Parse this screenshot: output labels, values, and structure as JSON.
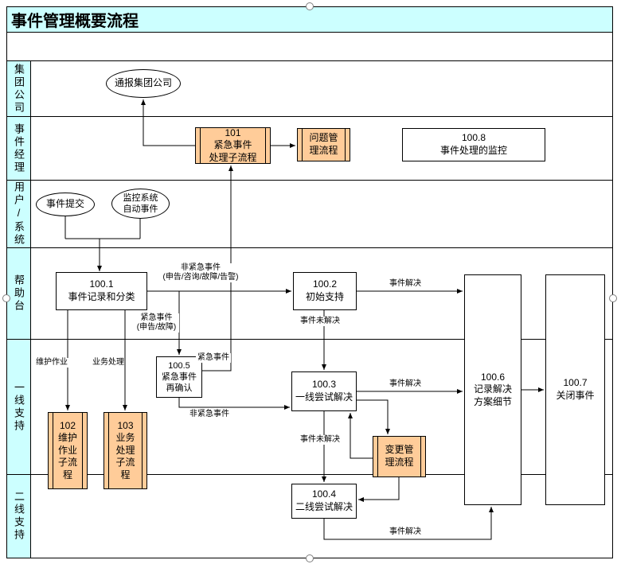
{
  "title": {
    "text": "事件管理概要流程"
  },
  "colors": {
    "lane_bg": "#CCFFFF",
    "subprocess_bg": "#FFCC99",
    "node_bg": "#FFFFFF",
    "line": "#000000"
  },
  "lanes": [
    {
      "label": "集团公司"
    },
    {
      "label": "事件经理"
    },
    {
      "label": "用户/系统"
    },
    {
      "label": "帮助台"
    },
    {
      "label": "一线支持"
    },
    {
      "label": "二线支持"
    }
  ],
  "nodes": {
    "notify_group": "通报集团公司",
    "p101": "101\n紧急事件\n处理子流程",
    "problem_mgmt": "问题管\n理流程",
    "p1008": "100.8\n事件处理的监控",
    "incident_submit": "事件提交",
    "monitor_auto": "监控系统\n自动事件",
    "p1001": "100.1\n事件记录和分类",
    "p1002": "100.2\n初始支持",
    "p1005": "100.5\n紧急事件\n再确认",
    "p1003": "100.3\n一线尝试解决",
    "p102": "102\n维护\n作业\n子流\n程",
    "p103": "103\n业务\n处理\n子流\n程",
    "change_mgmt": "变更管\n理流程",
    "p1004": "100.4\n二线尝试解决",
    "p1006": "100.6\n记录解决\n方案细节",
    "p1007": "100.7\n关闭事件"
  },
  "edge_labels": {
    "non_urgent_detail": "非紧急事件\n(申告/咨询/故障/告警)",
    "urgent_detail": "紧急事件\n(申告/故障)",
    "urgent": "紧急事件",
    "non_urgent": "非紧急事件",
    "maintenance": "维护作业",
    "business": "业务处理",
    "resolved_initial": "事件解决",
    "unresolved_initial": "事件未解决",
    "resolved_l1": "事件解决",
    "unresolved_l1": "事件未解决",
    "resolved_l2": "事件解决"
  }
}
